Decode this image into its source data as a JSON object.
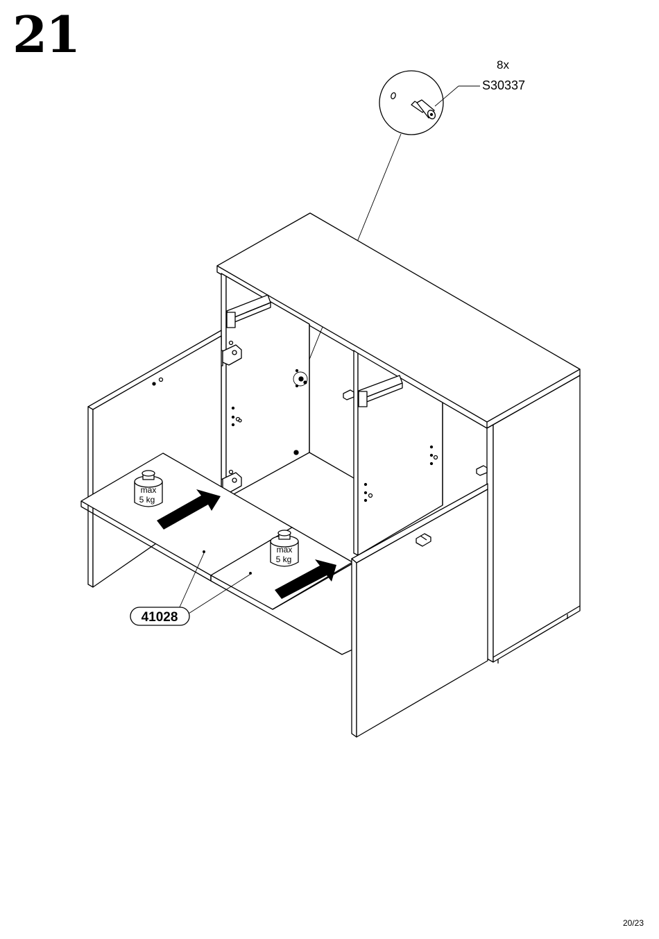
{
  "step": {
    "number": "21"
  },
  "hardware": {
    "quantity": "8x",
    "code": "S30337"
  },
  "weights": [
    {
      "line1": "max",
      "line2": "5 kg"
    },
    {
      "line1": "max",
      "line2": "5 kg"
    }
  ],
  "callout": {
    "part_code": "41028"
  },
  "page": {
    "number": "20/23"
  },
  "icons": [
    "shelf-pin-icon",
    "weight-icon",
    "push-arrow-icon"
  ]
}
